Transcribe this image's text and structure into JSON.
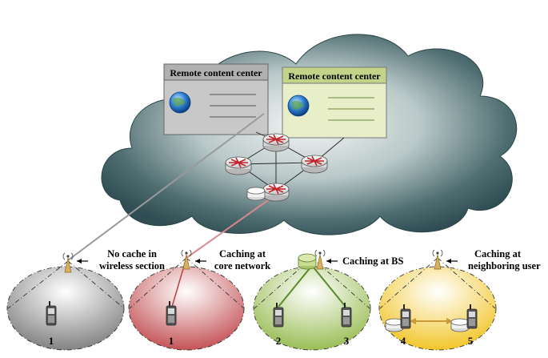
{
  "content_centers": [
    {
      "label": "Remote content center",
      "color": "#c8c8c8"
    },
    {
      "label": "Remote content center",
      "color": "#e8efc8"
    }
  ],
  "scenarios": [
    {
      "label_lines": [
        "No cache in",
        "wireless section"
      ],
      "user_numbers": [
        "1"
      ],
      "fill": "#7a7a7a"
    },
    {
      "label_lines": [
        "Caching at",
        "core network"
      ],
      "user_numbers": [
        "1"
      ],
      "fill": "#c0474a"
    },
    {
      "label_lines": [
        "Caching at BS"
      ],
      "user_numbers": [
        "2",
        "3"
      ],
      "fill": "#93b94a"
    },
    {
      "label_lines": [
        "Caching at",
        "neighboring user"
      ],
      "user_numbers": [
        "4",
        "5"
      ],
      "fill": "#f1c21c"
    }
  ],
  "icons": {
    "cloud": "cloud-icon",
    "router": "router-icon",
    "globe": "globe-icon",
    "antenna": "antenna-icon",
    "phone": "mobile-phone-icon",
    "cache": "cache-storage-icon"
  }
}
